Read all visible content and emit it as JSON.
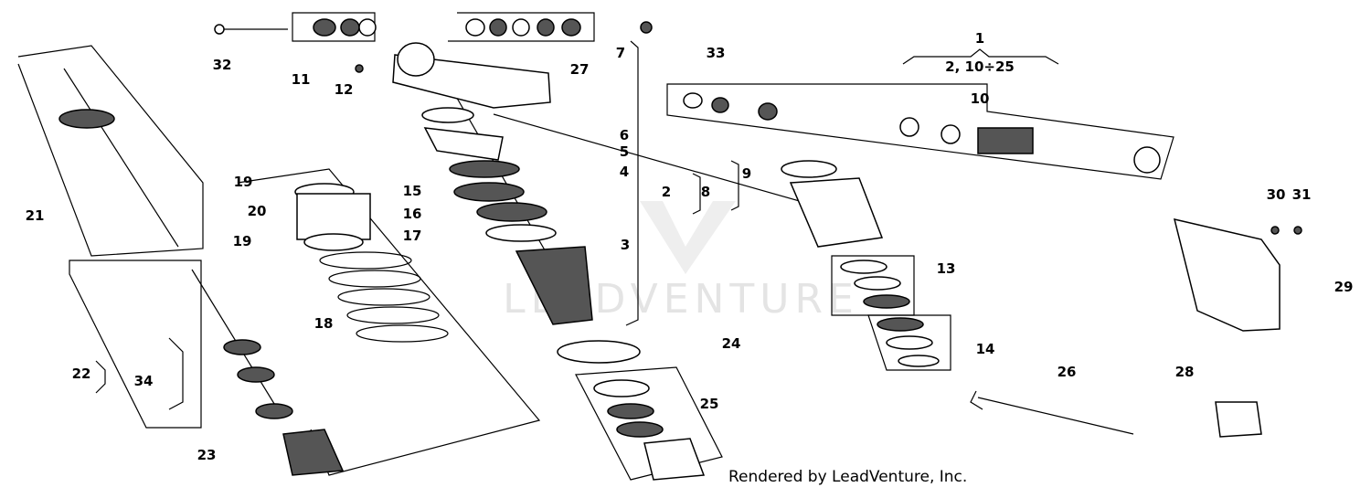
{
  "labels": [
    "1",
    "2, 10÷25",
    "32",
    "33",
    "7",
    "11",
    "12",
    "27",
    "10",
    "6",
    "5",
    "4",
    "2",
    "8",
    "9",
    "19",
    "20",
    "19",
    "15",
    "16",
    "17",
    "3",
    "21",
    "13",
    "18",
    "30",
    "31",
    "29",
    "22",
    "34",
    "24",
    "14",
    "25",
    "26",
    "28",
    "23"
  ],
  "watermark": "LEADVENTURE",
  "credit": "Rendered by LeadVenture, Inc."
}
